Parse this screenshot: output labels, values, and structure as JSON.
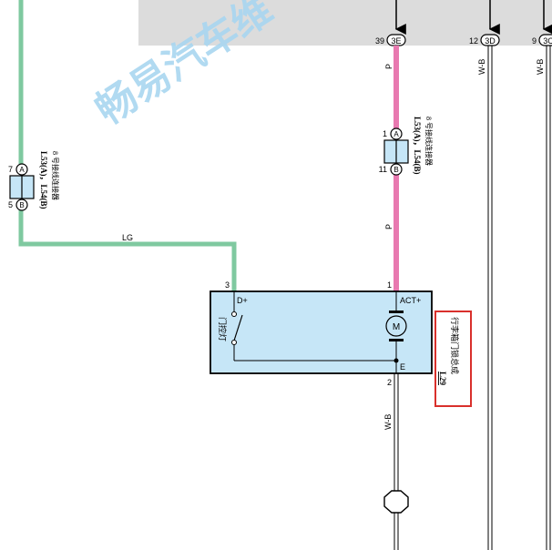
{
  "watermark": {
    "text": "畅易汽车维"
  },
  "colors": {
    "lg_wire": "#7fc9a0",
    "p_wire": "#e879b0",
    "component_fill": "#c6e6f7",
    "gray_area": "#dcdcdc",
    "watermark": "#a9d6f0",
    "highlight_border": "#d9302c"
  },
  "top_connectors": [
    {
      "pin": "39",
      "label": "3E"
    },
    {
      "pin": "12",
      "label": "3D"
    },
    {
      "pin": "9",
      "label": "3C"
    }
  ],
  "wires": {
    "lg": {
      "color_code": "LG"
    },
    "p_upper": {
      "color_code": "P"
    },
    "p_lower": {
      "color_code": "P"
    },
    "wb_left": {
      "color_code": "W-B"
    },
    "wb_mid": {
      "color_code": "W-B"
    },
    "wb_right": {
      "color_code": "W-B"
    }
  },
  "junction_left": {
    "pin_top": "7",
    "letter_top": "A",
    "pin_bottom": "5",
    "letter_bottom": "B",
    "label_main": "L53(A)，L54(B)",
    "label_sub": "8 号接线连接器"
  },
  "junction_right": {
    "pin_top": "1",
    "letter_top": "A",
    "pin_bottom": "11",
    "letter_bottom": "B",
    "label_main": "L53(A)，L54(B)",
    "label_sub": "8 号接线连接器"
  },
  "component": {
    "pin_dplus": "3",
    "pin_act": "1",
    "pin_e": "2",
    "label_dplus": "D+",
    "label_act": "ACT+",
    "label_e": "E",
    "label_switch": "门控灯",
    "motor_symbol": "M",
    "code": "L29",
    "name": "行李箱门锁总成"
  }
}
